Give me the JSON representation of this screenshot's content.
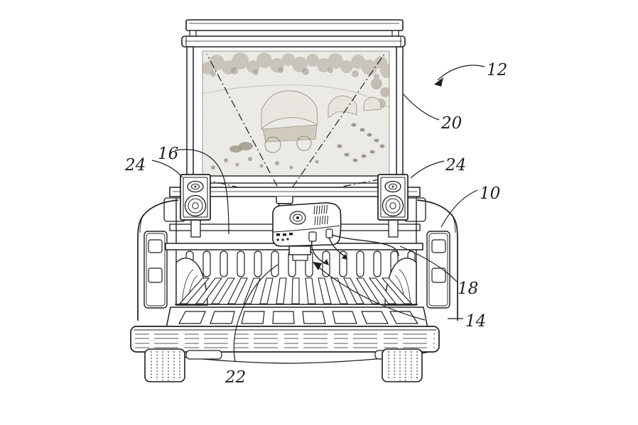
{
  "figure": {
    "kind": "patent-line-drawing",
    "subject": "pickup truck rear view with roll-up projection screen, bed-rail speakers and projector, tailgate open",
    "background_color": "#ffffff",
    "ink_color": "#1e1e1e",
    "screen_photo": "faint grayscale photo of covered-wagon train on a tree-covered hillside",
    "labels": [
      {
        "id": "16",
        "text": "16"
      },
      {
        "id": "24-left",
        "text": "24"
      },
      {
        "id": "12",
        "text": "12"
      },
      {
        "id": "20",
        "text": "20"
      },
      {
        "id": "24-right",
        "text": "24"
      },
      {
        "id": "10",
        "text": "10"
      },
      {
        "id": "18",
        "text": "18"
      },
      {
        "id": "14",
        "text": "14"
      },
      {
        "id": "22",
        "text": "22"
      }
    ]
  }
}
